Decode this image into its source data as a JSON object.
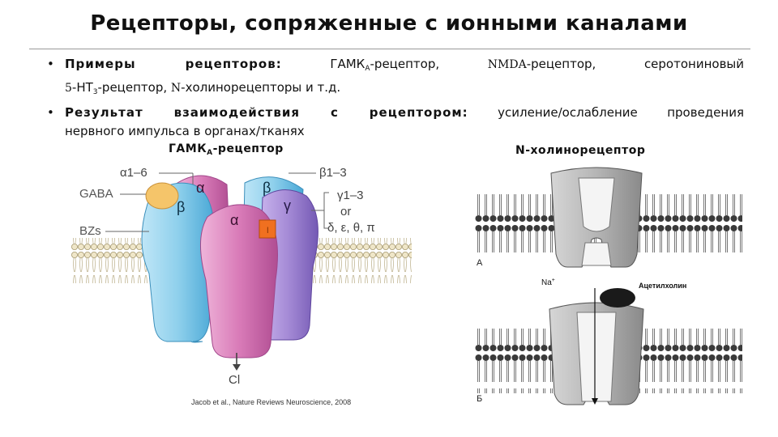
{
  "slide": {
    "title": "Рецепторы, сопряженные с ионными каналами",
    "bullets": [
      {
        "label": "Примеры рецепторов:",
        "l1_gaba": "ГАМК",
        "l1_gaba_sub": "А",
        "l1_rec": "-рецептор,",
        "l1_nmda": "NMDA",
        "l1_rec2": "-рецептор,",
        "l1_sero": "серотониновый",
        "l2_num": "5",
        "l2_ht": "-НТ",
        "l2_ht_sub": "3",
        "l2_rec": "-рецептор,",
        "l2_n": "N",
        "l2_rest": "-холинорецепторы и т.д."
      },
      {
        "label": "Результат взаимодействия с рецептором:",
        "text1": "усиление/ослабление проведения",
        "text2": "нервного импульса в органах/тканях"
      }
    ],
    "bullet_symbol": "•"
  },
  "figure_left": {
    "caption_main": "ГАМК",
    "caption_sub": "А",
    "caption_rest": "-рецептор",
    "labels": {
      "a16": "α1–6",
      "gaba": "GABA",
      "bzs": "BZs",
      "alpha": "α",
      "beta": "β",
      "gamma": "γ",
      "b13": "β1–3",
      "g13": "γ1–3",
      "or": "or",
      "others": "δ, ε, θ, π",
      "cl": "Cl",
      "credit": "Jacob et al., Nature Reviews Neuroscience, 2008"
    },
    "colors": {
      "alpha": "#d97bb8",
      "beta": "#8fd0ec",
      "gamma": "#a58bd6",
      "gaba": "#f5c56a",
      "marker": "#f07020"
    }
  },
  "figure_right": {
    "caption": "N-холинорецептор",
    "label_a": "А",
    "label_b": "Б",
    "na": "Na",
    "na_sup": "+",
    "ach": "Ацетилхолин"
  }
}
